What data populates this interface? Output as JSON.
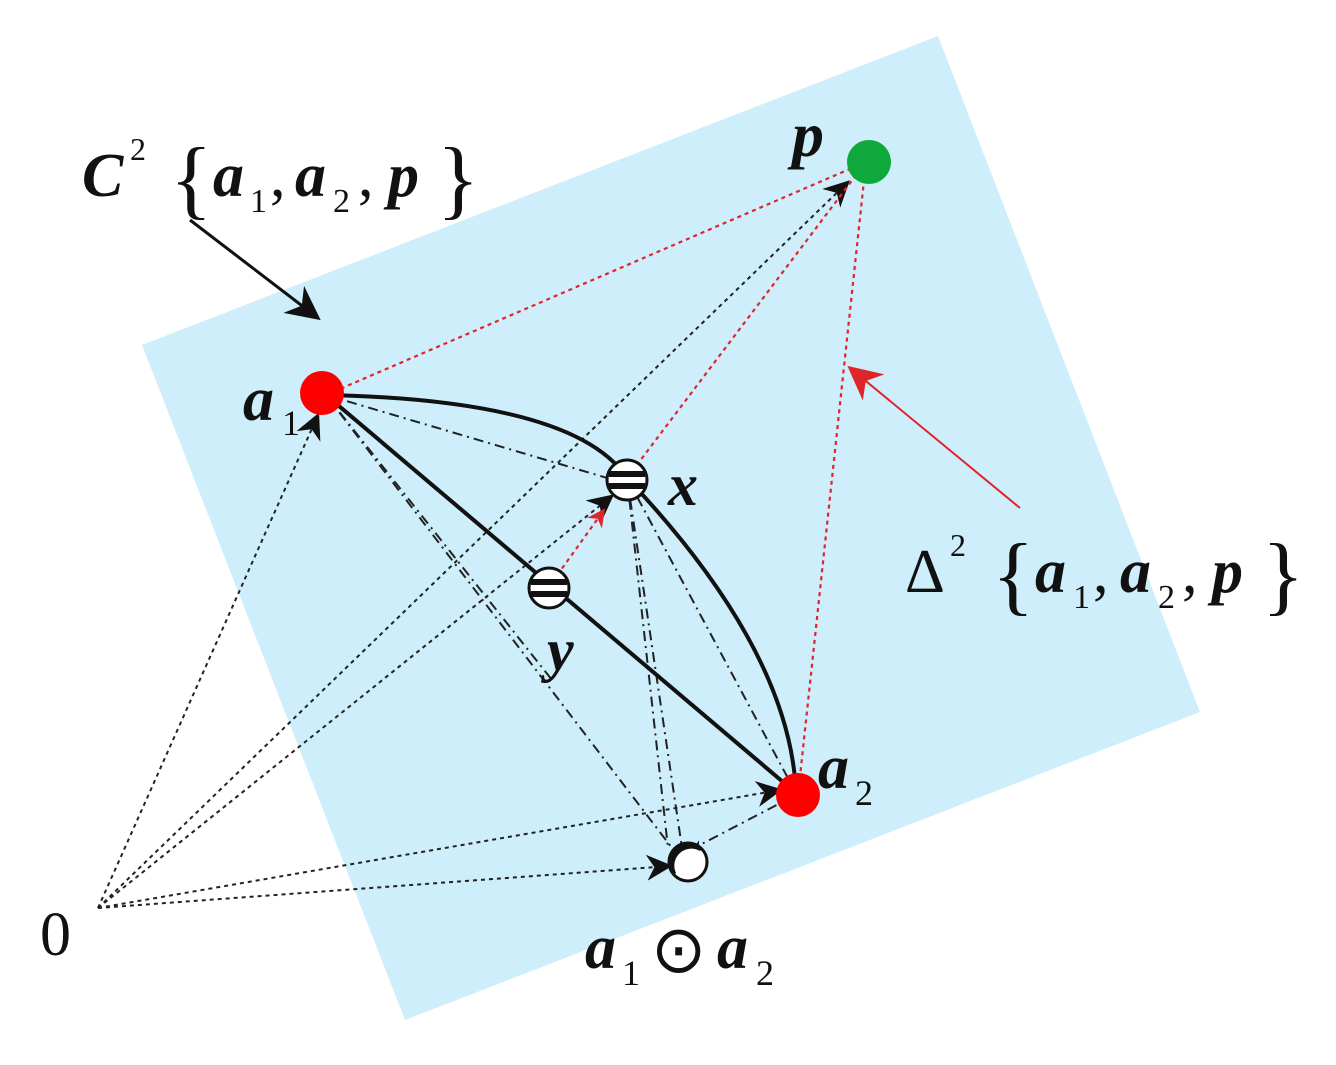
{
  "colors": {
    "plane": "#cdeefa",
    "vertex": "#ff0000",
    "target": "#0fa83a",
    "simplex_edge": "#e0242c",
    "ink": "#111111"
  },
  "labels": {
    "origin": "0",
    "a": "a",
    "one": "1",
    "two": "2",
    "p": "p",
    "x": "x",
    "y": "y",
    "odot": "⊙",
    "C": "C",
    "Delta": "Δ",
    "sup2": "2",
    "lbrace": "{",
    "rbrace": "}",
    "comma": ","
  }
}
